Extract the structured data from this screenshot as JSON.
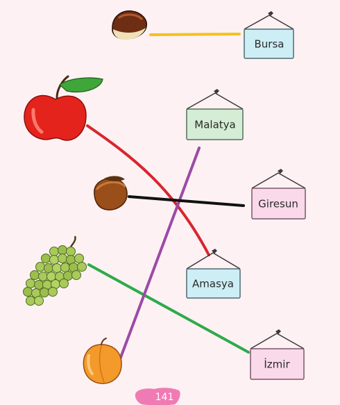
{
  "signs": {
    "bursa": "Bursa",
    "malatya": "Malatya",
    "giresun": "Giresun",
    "amasya": "Amasya",
    "izmir": "İzmir"
  },
  "page_number": "141",
  "colors": {
    "background": "#fdf1f3",
    "line_chestnut_bursa": "#f2c21b",
    "line_apple_amasya": "#d8262e",
    "line_hazelnut_giresun": "#111111",
    "line_grape_izmir": "#2eaa4b",
    "line_apricot_malatya": "#9b4aa6",
    "sign_bursa": "#cdeef5",
    "sign_malatya": "#d5ecd5",
    "sign_giresun": "#f9d9ea",
    "sign_amasya": "#cdeef5",
    "sign_izmir": "#f9d9ea",
    "page_badge": "#f07bb4"
  },
  "icons": {
    "chestnut": "chestnut-icon",
    "apple": "apple-icon",
    "hazelnut": "hazelnut-icon",
    "grape": "grape-icon",
    "apricot": "apricot-icon"
  }
}
